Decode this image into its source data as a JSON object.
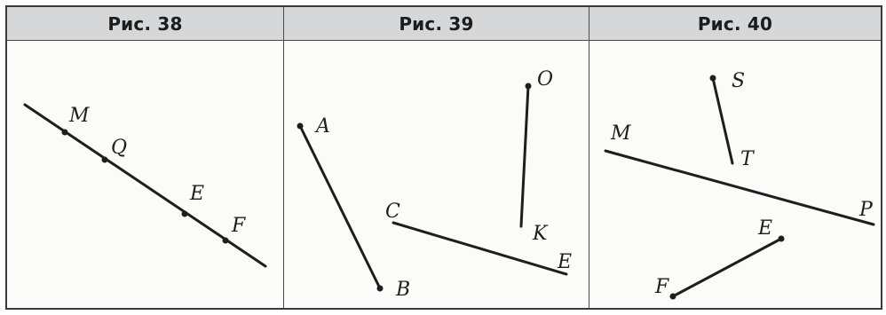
{
  "figures": [
    {
      "title": "Рис. 38",
      "labels": [
        "M",
        "Q",
        "E",
        "F"
      ]
    },
    {
      "title": "Рис. 39",
      "labels": [
        "A",
        "B",
        "O",
        "K",
        "C",
        "E"
      ]
    },
    {
      "title": "Рис. 40",
      "labels": [
        "S",
        "T",
        "M",
        "P",
        "E",
        "F"
      ]
    }
  ]
}
